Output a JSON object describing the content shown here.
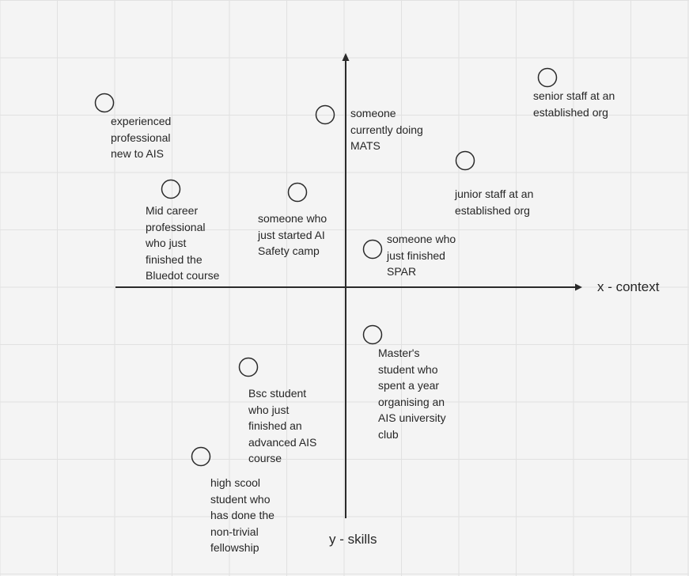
{
  "axes": {
    "x_label": "x - context",
    "y_label": "y - skills"
  },
  "people": [
    {
      "id": "experienced-professional",
      "label": "experienced\nprofessional\nnew to AIS"
    },
    {
      "id": "mats",
      "label": "someone\ncurrently doing\nMATS"
    },
    {
      "id": "senior-staff",
      "label": "senior staff at an\nestablished org"
    },
    {
      "id": "junior-staff",
      "label": "junior staff at an\nestablished org"
    },
    {
      "id": "mid-career",
      "label": "Mid career\nprofessional\nwho just\nfinished the\nBluedot course"
    },
    {
      "id": "ai-safety-camp",
      "label": "someone who\njust started AI\nSafety camp"
    },
    {
      "id": "spar",
      "label": "someone who\njust finished\nSPAR"
    },
    {
      "id": "masters-student",
      "label": "Master's\nstudent who\nspent a year\norganising an\nAIS university\nclub"
    },
    {
      "id": "bsc-student",
      "label": "Bsc student\nwho just\nfinished an\nadvanced AIS\ncourse"
    },
    {
      "id": "high-school",
      "label": "high scool\nstudent who\nhas done the\nnon-trivial\nfellowship"
    }
  ]
}
